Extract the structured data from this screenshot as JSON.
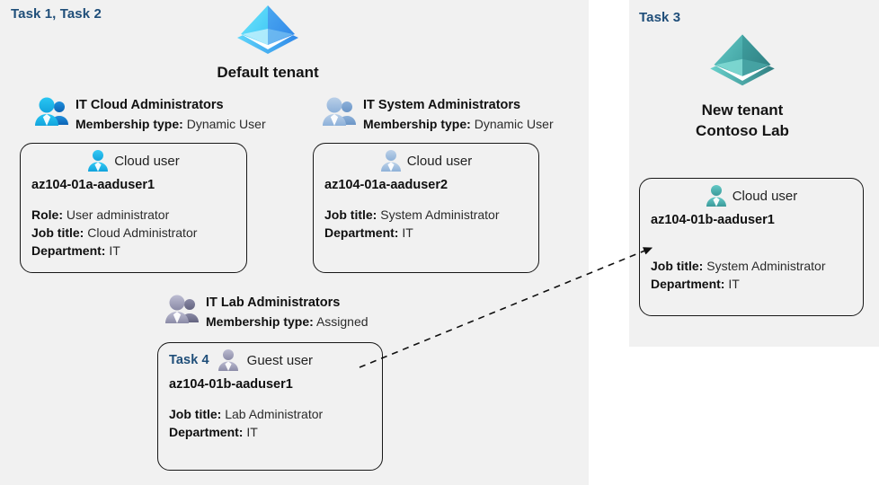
{
  "diagram": {
    "title": "Azure AD tenants, groups and users lab diagram",
    "colors": {
      "panel_bg": "#f1f1f1",
      "page_bg": "#ffffff",
      "task_label": "#1f4e79",
      "default_tenant_icon": "#3fc6f5",
      "new_tenant_icon": "#4cb3b0",
      "card_border": "#171717",
      "text": "#101010"
    }
  },
  "panels": {
    "left": {
      "task_label": "Task 1, Task 2"
    },
    "right": {
      "task_label": "Task 3"
    }
  },
  "tenants": [
    {
      "id": "default-tenant",
      "icon": "azure-ad-tenant-icon",
      "caption_lines": [
        "Default tenant"
      ]
    },
    {
      "id": "new-tenant",
      "icon": "azure-ad-tenant-icon",
      "caption_lines": [
        "New  tenant",
        "Contoso Lab"
      ]
    }
  ],
  "groups": [
    {
      "id": "it-cloud-administrators",
      "icon": "group-users-icon",
      "title": "IT Cloud Administrators",
      "meta_label": "Membership type:",
      "meta_value": "Dynamic User"
    },
    {
      "id": "it-system-administrators",
      "icon": "group-users-icon",
      "title": "IT System Administrators",
      "meta_label": "Membership type:",
      "meta_value": "Dynamic User"
    },
    {
      "id": "it-lab-administrators",
      "icon": "group-users-icon",
      "title": "IT Lab Administrators",
      "meta_label": "Membership type:",
      "meta_value": "Assigned"
    }
  ],
  "users": [
    {
      "id": "aaduser1-cloud",
      "task_label": "",
      "icon": "cloud-user-icon",
      "kind": "Cloud user",
      "upn": "az104-01a-aaduser1",
      "attributes": [
        {
          "label": "Role:",
          "value": "User administrator"
        },
        {
          "label": "Job title:",
          "value": "Cloud Administrator"
        },
        {
          "label": "Department:",
          "value": "IT"
        }
      ]
    },
    {
      "id": "aaduser2-cloud",
      "task_label": "",
      "icon": "cloud-user-icon",
      "kind": "Cloud user",
      "upn": "az104-01a-aaduser2",
      "attributes": [
        {
          "label": "Job title:",
          "value": "System Administrator"
        },
        {
          "label": "Department:",
          "value": "IT"
        }
      ]
    },
    {
      "id": "aaduser1b-guest",
      "task_label": "Task 4",
      "icon": "guest-user-icon",
      "kind": "Guest user",
      "upn": "az104-01b-aaduser1",
      "attributes": [
        {
          "label": "Job title:",
          "value": "Lab Administrator"
        },
        {
          "label": "Department:",
          "value": "IT"
        }
      ]
    },
    {
      "id": "aaduser1b-cloud",
      "task_label": "",
      "icon": "cloud-user-icon",
      "kind": "Cloud user",
      "upn": "az104-01b-aaduser1",
      "attributes": [
        {
          "label": "Job title:",
          "value": "System Administrator"
        },
        {
          "label": "Department:",
          "value": "IT"
        }
      ]
    }
  ],
  "connector": {
    "id": "guest-invite-arrow",
    "style": "dashed-arrow",
    "from": "aaduser1b-cloud-source-tenant",
    "to": "aaduser1b-guest-target"
  }
}
